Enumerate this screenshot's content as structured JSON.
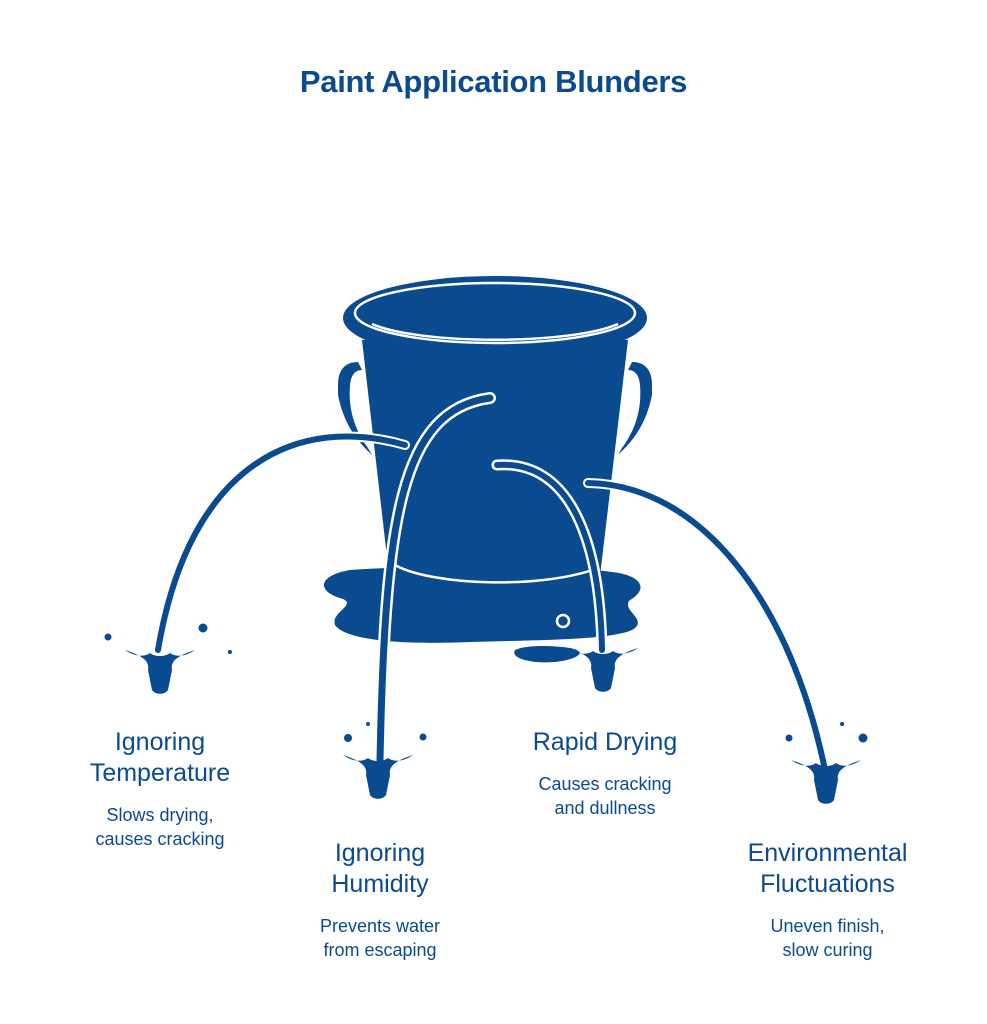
{
  "title": "Paint Application Blunders",
  "colors": {
    "primary": "#0a4a8f",
    "background": "#ffffff"
  },
  "illustration": {
    "subject": "paint-bucket-leaking-icon",
    "streams": 4
  },
  "items": [
    {
      "id": "temperature",
      "title": "Ignoring\nTemperature",
      "description": "Slows drying,\ncauses cracking"
    },
    {
      "id": "humidity",
      "title": "Ignoring\nHumidity",
      "description": "Prevents water\nfrom escaping"
    },
    {
      "id": "rapid",
      "title": "Rapid Drying",
      "description": "Causes cracking\nand dullness"
    },
    {
      "id": "environment",
      "title": "Environmental\nFluctuations",
      "description": "Uneven finish,\nslow curing"
    }
  ]
}
